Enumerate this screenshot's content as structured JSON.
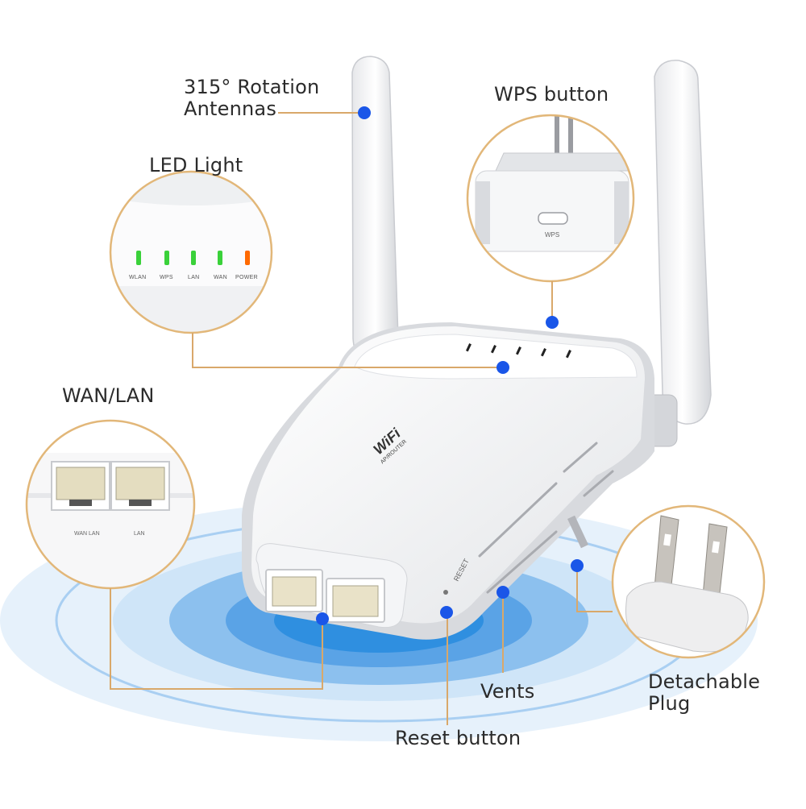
{
  "callouts": {
    "antennas": {
      "line1": "315° Rotation",
      "line2": "Antennas"
    },
    "wps": "WPS button",
    "led": "LED Light",
    "wan_lan": "WAN/LAN",
    "plug": {
      "line1": "Detachable",
      "line2": "Plug"
    },
    "vents": "Vents",
    "reset": "Reset button"
  },
  "led_panel": {
    "labels": [
      "WLAN",
      "WPS",
      "LAN",
      "WAN",
      "POWER"
    ],
    "colors": [
      "#3ad13a",
      "#3ad13a",
      "#3ad13a",
      "#3ad13a",
      "#ff6a00"
    ]
  },
  "device": {
    "brand_logo": "WiFi",
    "brand_sub": "AP/ROUTER",
    "port_labels": [
      "WAN LAN",
      "LAN"
    ],
    "wps_label": "WPS",
    "reset_label": "RESET",
    "top_labels": [
      "WLAN",
      "WPS",
      "LAN",
      "WAN",
      "POWER"
    ]
  },
  "colors": {
    "accent_dot": "#1a56e8",
    "leader_line": "#d9a86a",
    "glow": "#2f8fe0"
  }
}
